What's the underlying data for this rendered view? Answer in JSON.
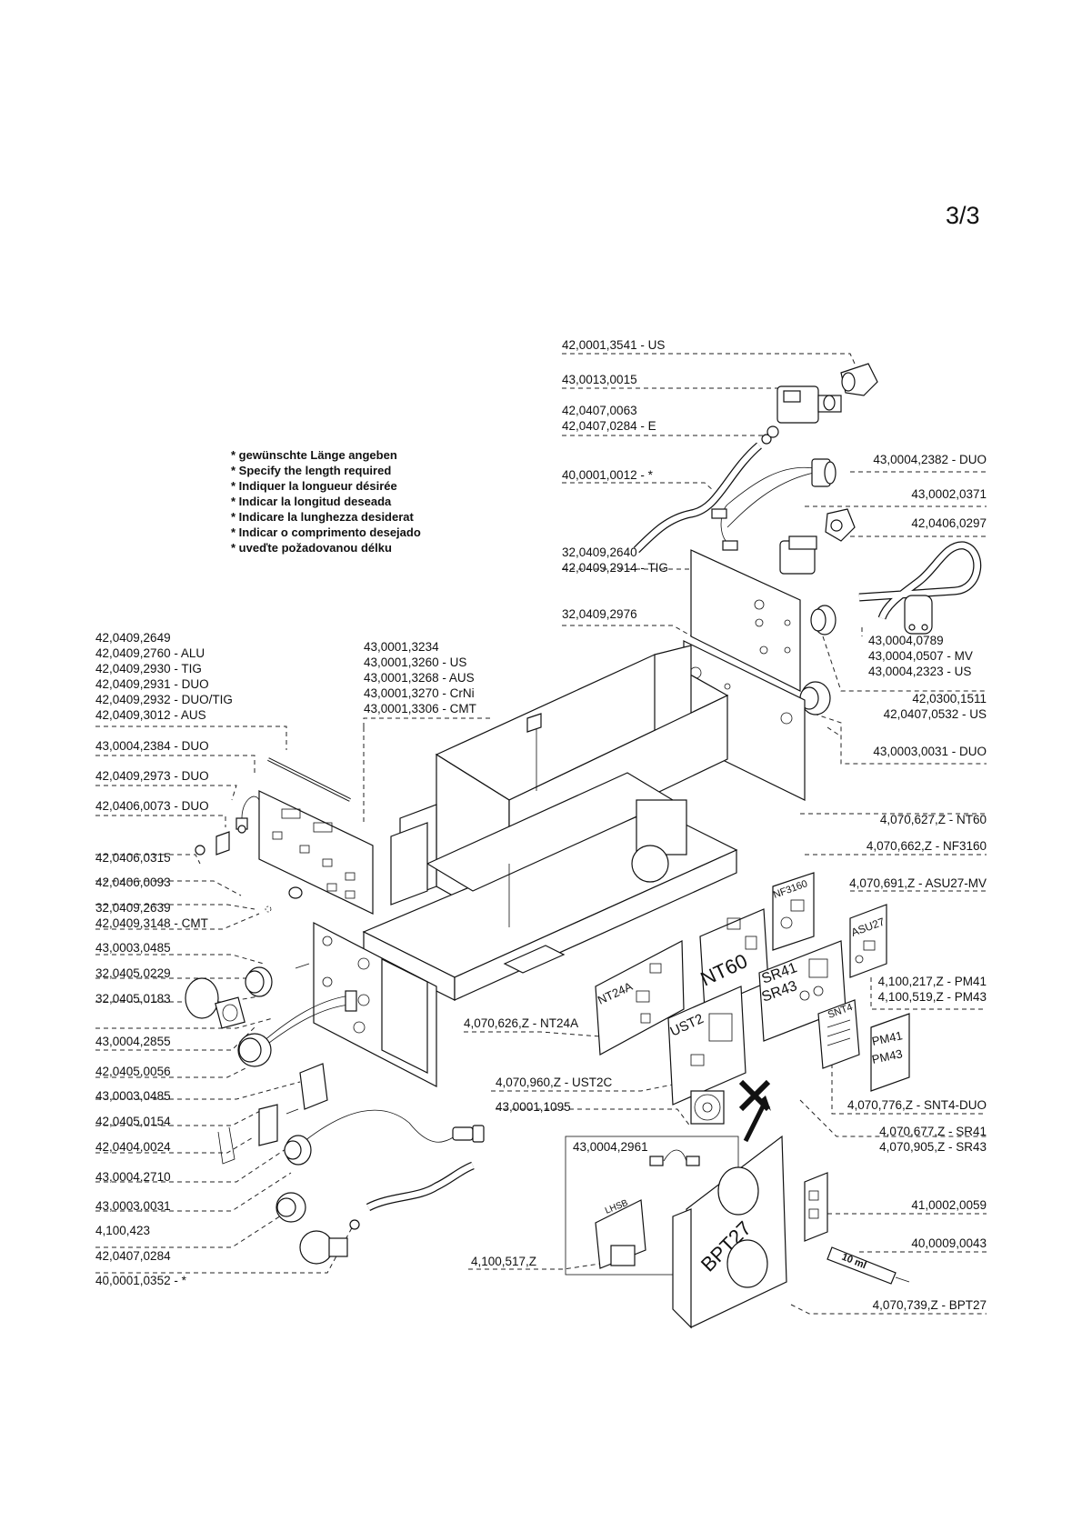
{
  "page_number": "3/3",
  "notes": [
    "* gewünschte Länge angeben",
    "* Specify the length required",
    "* Indiquer la longueur désirée",
    "* Indicar la longitud deseada",
    "* Indicare la lunghezza desiderat",
    "* Indicar o comprimento desejado",
    "* uveďte požadovanou délku"
  ],
  "labels": {
    "a1": [
      "42,0001,3541 - US"
    ],
    "a2": [
      "43,0013,0015"
    ],
    "a3": [
      "42,0407,0063",
      "42,0407,0284 - E"
    ],
    "a4": [
      "40,0001,0012 - *"
    ],
    "a5": [
      "32,0409,2640",
      "42,0409,2914 - TIG"
    ],
    "a6": [
      "32,0409,2976"
    ],
    "r1": [
      "43,0004,2382 - DUO"
    ],
    "r2": [
      "43,0002,0371"
    ],
    "r3": [
      "42,0406,0297"
    ],
    "r4": [
      "43,0004,0789",
      "43,0004,0507 - MV",
      "43,0004,2323 - US"
    ],
    "r5": [
      "42,0300,1511",
      "42,0407,0532 - US"
    ],
    "r6": [
      "43,0003,0031 - DUO"
    ],
    "r7": [
      "4,070,627,Z - NT60"
    ],
    "r8": [
      "4,070,662,Z - NF3160"
    ],
    "r9": [
      "4,070,691,Z - ASU27-MV"
    ],
    "r10": [
      "4,100,217,Z - PM41",
      "4,100,519,Z - PM43"
    ],
    "r11": [
      "4,070,776,Z - SNT4-DUO"
    ],
    "r12": [
      "4,070,677,Z - SR41",
      "4,070,905,Z - SR43"
    ],
    "r13": [
      "41,0002,0059"
    ],
    "r14": [
      "40,0009,0043"
    ],
    "r15": [
      "4,070,739,Z - BPT27"
    ],
    "c1": [
      "43,0001,3234",
      "43,0001,3260 - US",
      "43,0001,3268 - AUS",
      "43,0001,3270 - CrNi",
      "43,0001,3306 - CMT"
    ],
    "c2": [
      "4,070,626,Z - NT24A"
    ],
    "c3": [
      "4,070,960,Z - UST2C"
    ],
    "c4": [
      "43,0001,1095"
    ],
    "c5": [
      "43,0004,2961"
    ],
    "c6": [
      "4,100,517,Z"
    ],
    "l1": [
      "42,0409,2649",
      "42,0409,2760 - ALU",
      "42,0409,2930 - TIG",
      "42,0409,2931 - DUO",
      "42,0409,2932 - DUO/TIG",
      "42,0409,3012 - AUS"
    ],
    "l2": [
      "43,0004,2384 - DUO"
    ],
    "l3": [
      "42,0409,2973 - DUO"
    ],
    "l4": [
      "42,0406,0073 - DUO"
    ],
    "l5": [
      "42,0406,0315"
    ],
    "l6": [
      "42,0406,0093"
    ],
    "l7": [
      "32,0409,2639",
      "42,0409,3148 - CMT"
    ],
    "l8": [
      "43,0003,0485"
    ],
    "l9": [
      "32,0405,0229"
    ],
    "l10": [
      "32,0405,0183"
    ],
    "l11": [
      "43,0004,2855"
    ],
    "l12": [
      "42,0405,0056"
    ],
    "l13": [
      "43,0003,0485"
    ],
    "l14": [
      "42,0405,0154"
    ],
    "l15": [
      "42,0404,0024"
    ],
    "l16": [
      "43,0004,2710"
    ],
    "l17": [
      "43,0003,0031"
    ],
    "l18": [
      "4,100,423"
    ],
    "l19": [
      "42,0407,0284"
    ],
    "l20": [
      "40,0001,0352 - *"
    ]
  },
  "board_markings": {
    "nt60": "NT60",
    "nf3160": "NF3160",
    "asu27": "ASU27",
    "nt24a": "NT24A",
    "sr41": "SR41",
    "sr43": "SR43",
    "snt4": "SNT4",
    "ust2": "UST2",
    "pm41": "PM41",
    "pm43": "PM43",
    "bpt27": "BPT27",
    "lhsb": "LHSB",
    "syringe": "10 ml"
  }
}
